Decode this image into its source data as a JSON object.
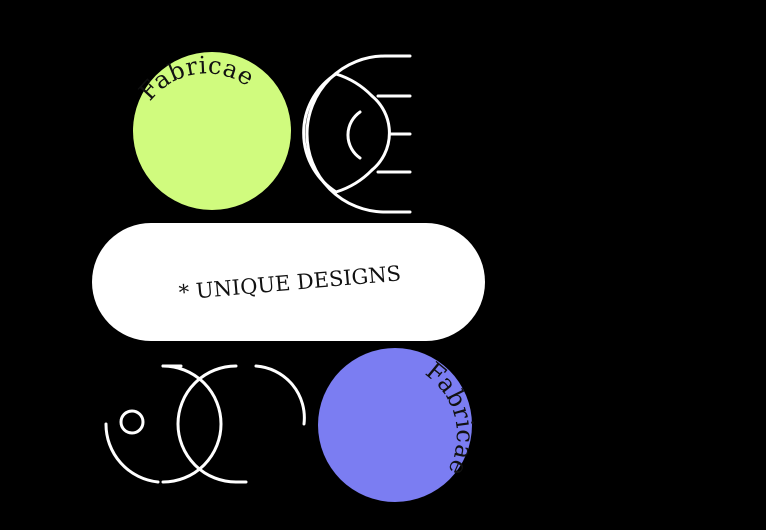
{
  "colors": {
    "background": "#000000",
    "green": "#d0fb7e",
    "purple": "#7b7df2",
    "white": "#ffffff",
    "text": "#111111"
  },
  "top_badge": {
    "text": "Fabricae"
  },
  "pill": {
    "text": "* UNIQUE DESIGNS"
  },
  "bottom_badge": {
    "text": "Fabricae"
  },
  "icons": [
    "eye-arch-icon",
    "overlapping-circles-icon",
    "small-circle-icon"
  ]
}
